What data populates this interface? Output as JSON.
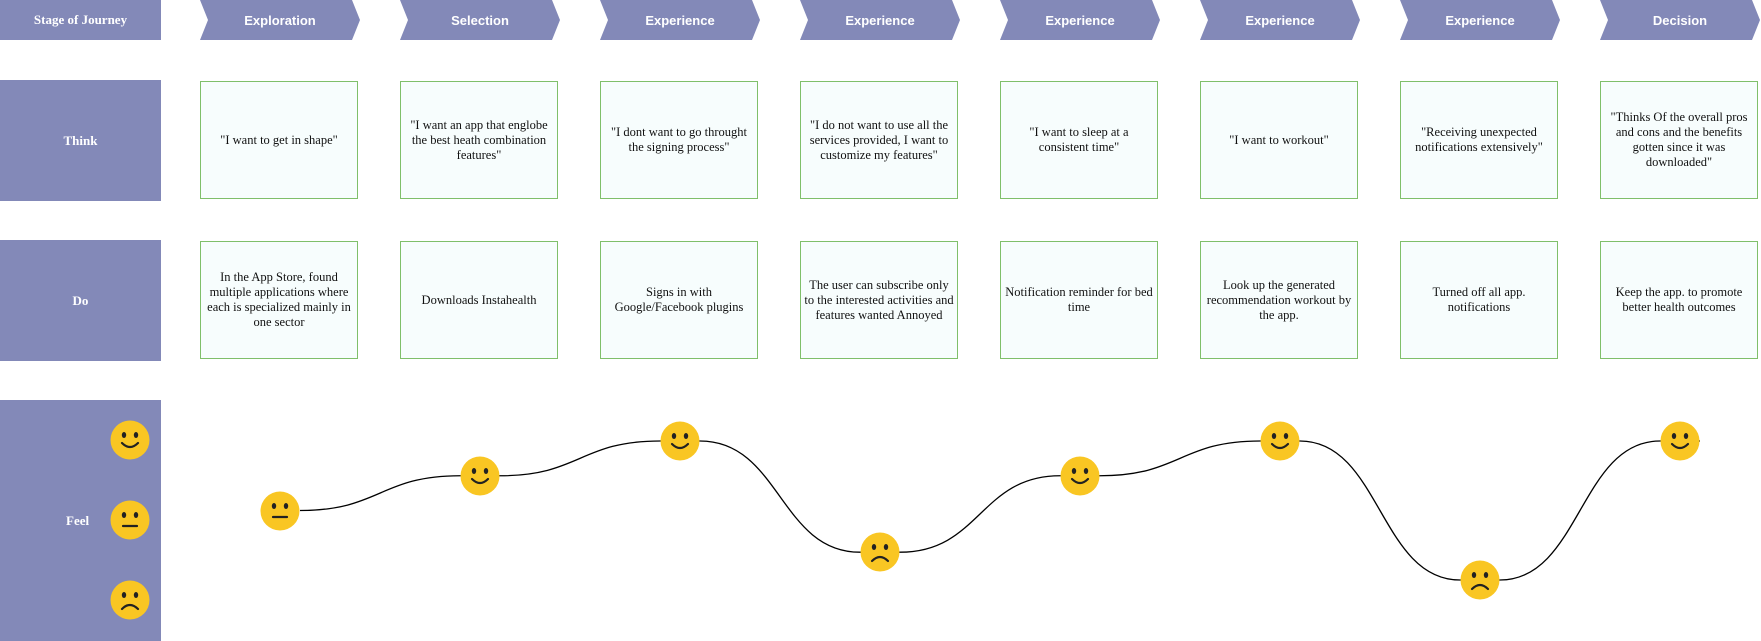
{
  "rows": {
    "stage_label": "Stage of Journey",
    "think_label": "Think",
    "do_label": "Do",
    "feel_label": "Feel"
  },
  "stages": [
    "Exploration",
    "Selection",
    "Experience",
    "Experience",
    "Experience",
    "Experience",
    "Experience",
    "Decision"
  ],
  "think": [
    "\"I want to get in shape\"",
    "\"I want an app that englobe the best heath combination features\"",
    "\"I dont want to go throught the signing process\"",
    "\"I do not want to use all the services provided, I want to customize my features\"",
    "\"I want to sleep at a consistent time\"",
    "\"I want to workout\"",
    "\"Receiving unexpected notifications extensively\"",
    "\"Thinks Of the overall pros and cons and the benefits gotten since it was downloaded\""
  ],
  "do": [
    "In the App Store, found multiple applications where each is specialized mainly in one sector",
    "Downloads Instahealth",
    "Signs in with Google/Facebook plugins",
    "The user can subscribe only to the interested activities and features wanted Annoyed",
    "Notification reminder for bed time",
    "Look up the generated recommendation workout by the app.",
    "Turned off all app. notifications",
    "Keep the app. to promote better health outcomes"
  ],
  "feel_scale": [
    "happy",
    "neutral",
    "sad"
  ],
  "feel": [
    "neutral",
    "happy",
    "happy",
    "sad",
    "happy",
    "happy",
    "sad",
    "happy"
  ],
  "feel_level": [
    0.5,
    0.75,
    1.0,
    0.2,
    0.75,
    1.0,
    0.0,
    1.0
  ],
  "colors": {
    "header_fill": "#8389b8",
    "box_border": "#7fbf6a",
    "box_fill": "#f7fdfd",
    "face_fill": "#f9c623",
    "curve": "#000000"
  }
}
